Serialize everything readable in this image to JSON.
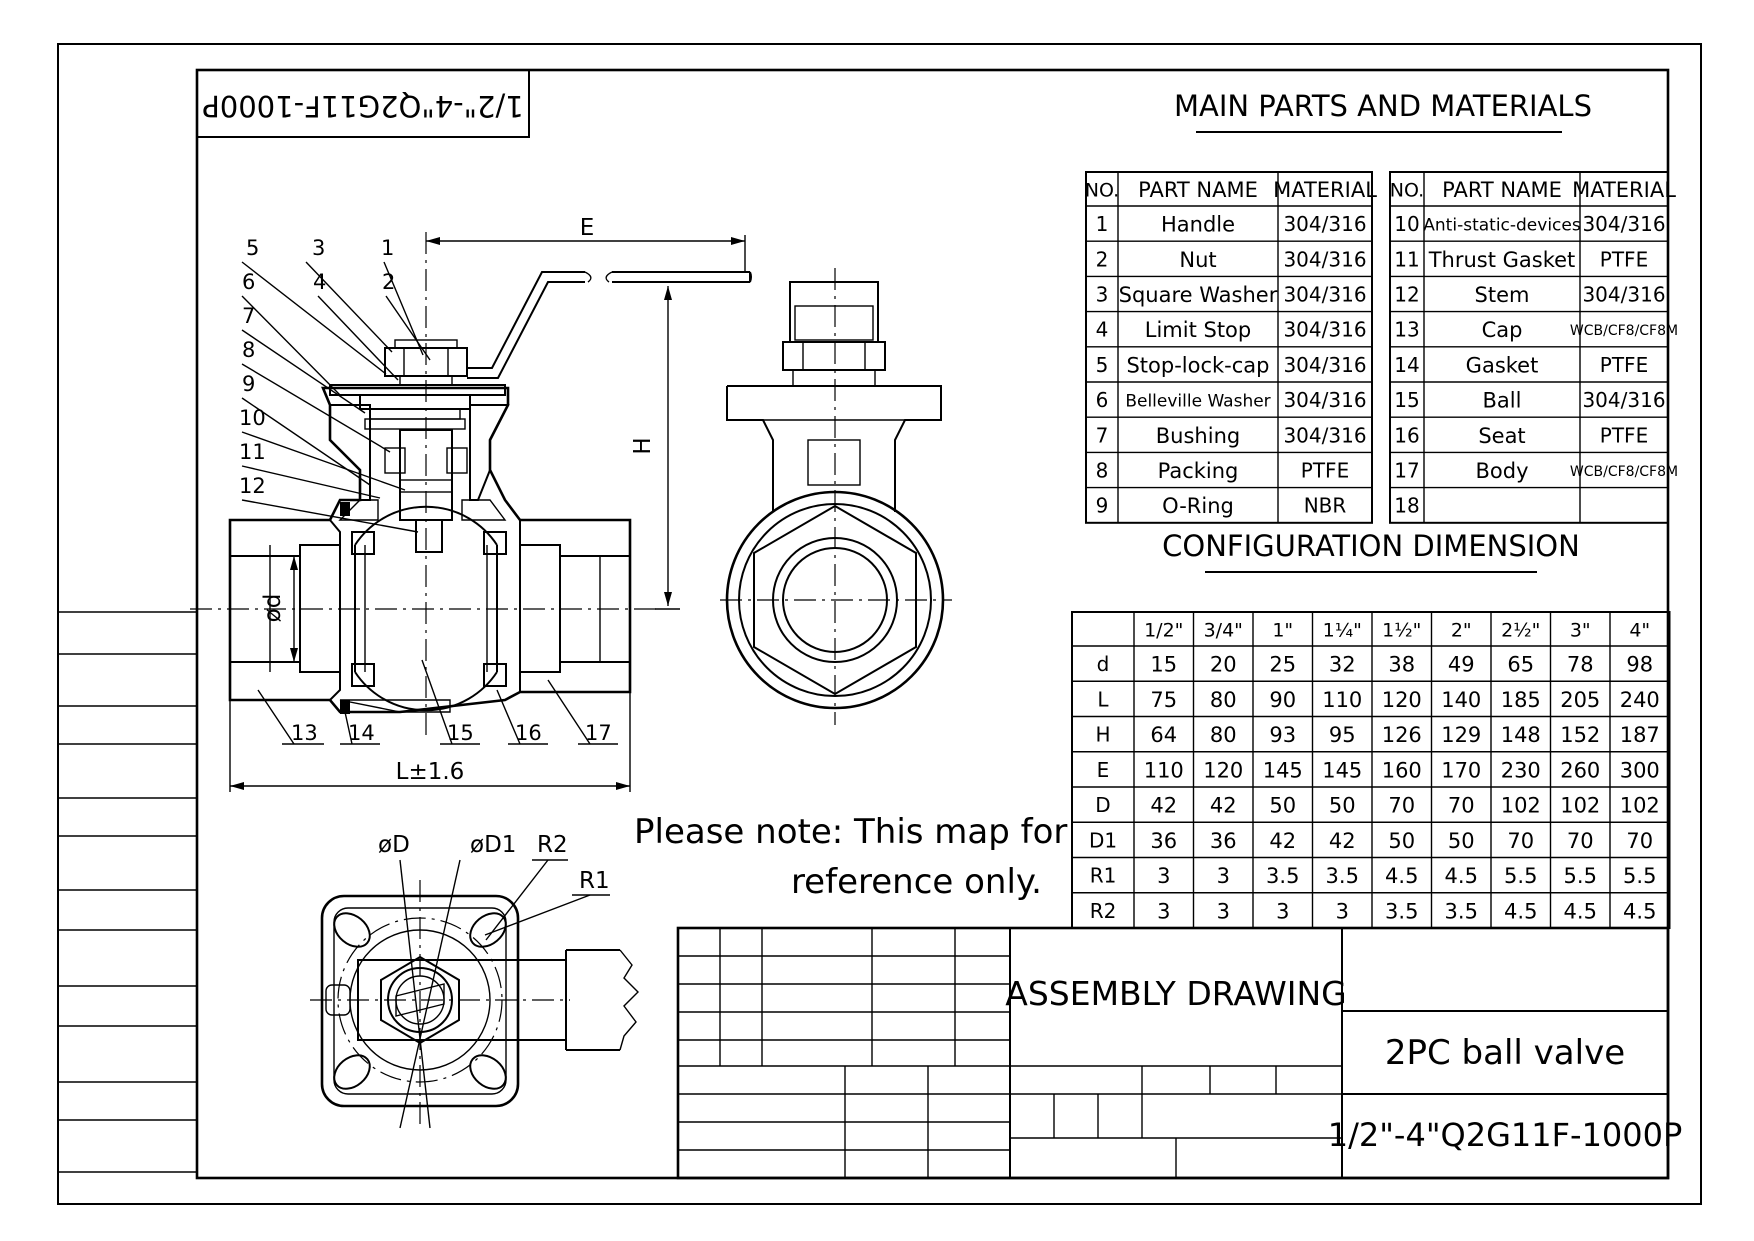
{
  "stamp": "1/2\"-4\"Q2G11F-1000P",
  "parts_title": "MAIN PARTS AND MATERIALS",
  "parts_headers": [
    "NO.",
    "PART NAME",
    "MATERIAL"
  ],
  "parts": [
    {
      "no": "1",
      "name": "Handle",
      "material": "304/316"
    },
    {
      "no": "2",
      "name": "Nut",
      "material": "304/316"
    },
    {
      "no": "3",
      "name": "Square Washer",
      "material": "304/316"
    },
    {
      "no": "4",
      "name": "Limit Stop",
      "material": "304/316"
    },
    {
      "no": "5",
      "name": "Stop-lock-cap",
      "material": "304/316"
    },
    {
      "no": "6",
      "name": "Belleville Washer",
      "material": "304/316"
    },
    {
      "no": "7",
      "name": "Bushing",
      "material": "304/316"
    },
    {
      "no": "8",
      "name": "Packing",
      "material": "PTFE"
    },
    {
      "no": "9",
      "name": "O-Ring",
      "material": "NBR"
    },
    {
      "no": "10",
      "name": "Anti-static-devices",
      "material": "304/316"
    },
    {
      "no": "11",
      "name": "Thrust Gasket",
      "material": "PTFE"
    },
    {
      "no": "12",
      "name": "Stem",
      "material": "304/316"
    },
    {
      "no": "13",
      "name": "Cap",
      "material": "WCB/CF8/CF8M"
    },
    {
      "no": "14",
      "name": "Gasket",
      "material": "PTFE"
    },
    {
      "no": "15",
      "name": "Ball",
      "material": "304/316"
    },
    {
      "no": "16",
      "name": "Seat",
      "material": "PTFE"
    },
    {
      "no": "17",
      "name": "Body",
      "material": "WCB/CF8/CF8M"
    },
    {
      "no": "18",
      "name": "",
      "material": ""
    }
  ],
  "config_title": "CONFIGURATION DIMENSION",
  "config_sizes": [
    "1/2\"",
    "3/4\"",
    "1\"",
    "1¼\"",
    "1½\"",
    "2\"",
    "2½\"",
    "3\"",
    "4\""
  ],
  "config_rows": [
    {
      "label": "d",
      "values": [
        "15",
        "20",
        "25",
        "32",
        "38",
        "49",
        "65",
        "78",
        "98"
      ]
    },
    {
      "label": "L",
      "values": [
        "75",
        "80",
        "90",
        "110",
        "120",
        "140",
        "185",
        "205",
        "240"
      ]
    },
    {
      "label": "H",
      "values": [
        "64",
        "80",
        "93",
        "95",
        "126",
        "129",
        "148",
        "152",
        "187"
      ]
    },
    {
      "label": "E",
      "values": [
        "110",
        "120",
        "145",
        "145",
        "160",
        "170",
        "230",
        "260",
        "300"
      ]
    },
    {
      "label": "D",
      "values": [
        "42",
        "42",
        "50",
        "50",
        "70",
        "70",
        "102",
        "102",
        "102"
      ]
    },
    {
      "label": "D1",
      "values": [
        "36",
        "36",
        "42",
        "42",
        "50",
        "50",
        "70",
        "70",
        "70"
      ]
    },
    {
      "label": "R1",
      "values": [
        "3",
        "3",
        "3.5",
        "3.5",
        "4.5",
        "4.5",
        "5.5",
        "5.5",
        "5.5"
      ]
    },
    {
      "label": "R2",
      "values": [
        "3",
        "3",
        "3",
        "3",
        "3.5",
        "3.5",
        "4.5",
        "4.5",
        "4.5"
      ]
    }
  ],
  "callouts_top": [
    "5",
    "3",
    "1",
    "4",
    "2",
    "6",
    "7",
    "8",
    "9",
    "10",
    "11",
    "12"
  ],
  "callouts_bottom": [
    "13",
    "14",
    "15",
    "16",
    "17"
  ],
  "dim_labels": {
    "E": "E",
    "H": "H",
    "d": "ød",
    "L": "L±1.6",
    "D": "øD",
    "D1": "øD1",
    "R2": "R2",
    "R1": "R1"
  },
  "note_line1": "Please note: This map for",
  "note_line2": "reference only.",
  "title_block": {
    "drawing_type": "ASSEMBLY DRAWING",
    "product": "2PC ball valve",
    "model": "1/2\"-4\"Q2G11F-1000P"
  }
}
